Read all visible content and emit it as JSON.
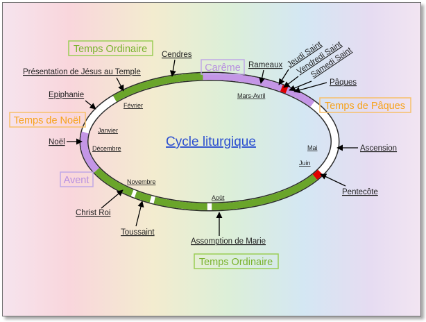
{
  "title": "Cycle liturgique",
  "colors": {
    "green": "#6aa52a",
    "purple": "#c496e6",
    "white": "#ffffff",
    "red": "#e00000",
    "outline": "#2b2b2b",
    "season_orange": "#f7a21b",
    "season_green": "#7ab32e",
    "season_purple": "#b890e0"
  },
  "seasons": {
    "ordinaire_top": "Temps Ordinaire",
    "careme": "Carême",
    "noel": "Temps de Noël",
    "paques": "Temps de Pâques",
    "avent": "Avent",
    "ordinaire_bottom": "Temps Ordinaire"
  },
  "events": {
    "cendres": "Cendres",
    "rameaux": "Rameaux",
    "jeudi_saint": "Jeudi Saint",
    "vendredi_saint": "Vendredi  Saint",
    "samedi_saint": "Samedi Saint",
    "paques": "Pâques",
    "presentation": "Présentation de Jésus au Temple",
    "epiphanie": "Epiphanie",
    "noel": "Noël",
    "ascension": "Ascension",
    "pentecote": "Pentecôte",
    "christ_roi": "Christ Roi",
    "toussaint": "Toussaint",
    "assomption": "Assomption de Marie"
  },
  "months": {
    "fevrier": "Février",
    "mars_avril": "Mars-Avril",
    "janvier": "Janvier",
    "decembre": "Décembre",
    "mai": "Mai",
    "juin": "Juin",
    "novembre": "Novembre",
    "aout": "Août"
  }
}
